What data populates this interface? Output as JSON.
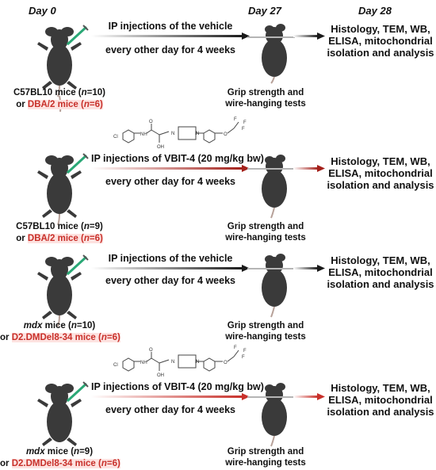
{
  "header": {
    "day0": "Day 0",
    "day27": "Day 27",
    "day28": "Day 28"
  },
  "common": {
    "vehicle_label": "IP injections of the vehicle",
    "drug_label": "IP injections of VBIT-4 (20 mg/kg bw)",
    "schedule_label": "every other day for 4 weeks",
    "tests_line1": "Grip strength and",
    "tests_line2": "wire-hanging tests",
    "outcome_line1": "Histology, TEM, WB,",
    "outcome_line2": "ELISA, mitochondrial",
    "outcome_line3": "isolation and analysis"
  },
  "chem": {
    "cl": "Cl",
    "nh": "NH",
    "o": "O",
    "oh": "OH",
    "n1": "N",
    "n2": "N",
    "f1": "F",
    "f2": "F",
    "f3": "F"
  },
  "cohorts": [
    {
      "line1_a": "C57BL10 mice (",
      "line1_n": "n",
      "line1_b": "=10)",
      "line2_a": "or ",
      "line2_red": "DBA/2 mice (",
      "line2_n": "n",
      "line2_b": "=6)"
    },
    {
      "line1_a": "C57BL10 mice (",
      "line1_n": "n",
      "line1_b": "=9)",
      "line2_a": "or ",
      "line2_red": "DBA/2 mice (",
      "line2_n": "n",
      "line2_b": "=6)"
    },
    {
      "line1_it": "mdx",
      "line1_a": " mice (",
      "line1_n": "n",
      "line1_b": "=10)",
      "line2_a": "or ",
      "line2_red": "D2.DMDel8-34 mice (",
      "line2_n": "n",
      "line2_b": "=6)"
    },
    {
      "line1_it": "mdx",
      "line1_a": " mice (",
      "line1_n": "n",
      "line1_b": "=9)",
      "line2_a": "or ",
      "line2_red": "D2.DMDel8-34 mice (",
      "line2_n": "n",
      "line2_b": "=6)"
    }
  ],
  "colors": {
    "vehicle_arrow": "#1a1a1a",
    "drug_arrow": "#a3201a",
    "mouse": "#3a3a3a",
    "syringe": "#2aa876",
    "highlight": "#c8302a"
  },
  "icons": [
    "mouse-icon",
    "syringe-icon",
    "grip-bar-icon",
    "chemical-structure-icon"
  ]
}
